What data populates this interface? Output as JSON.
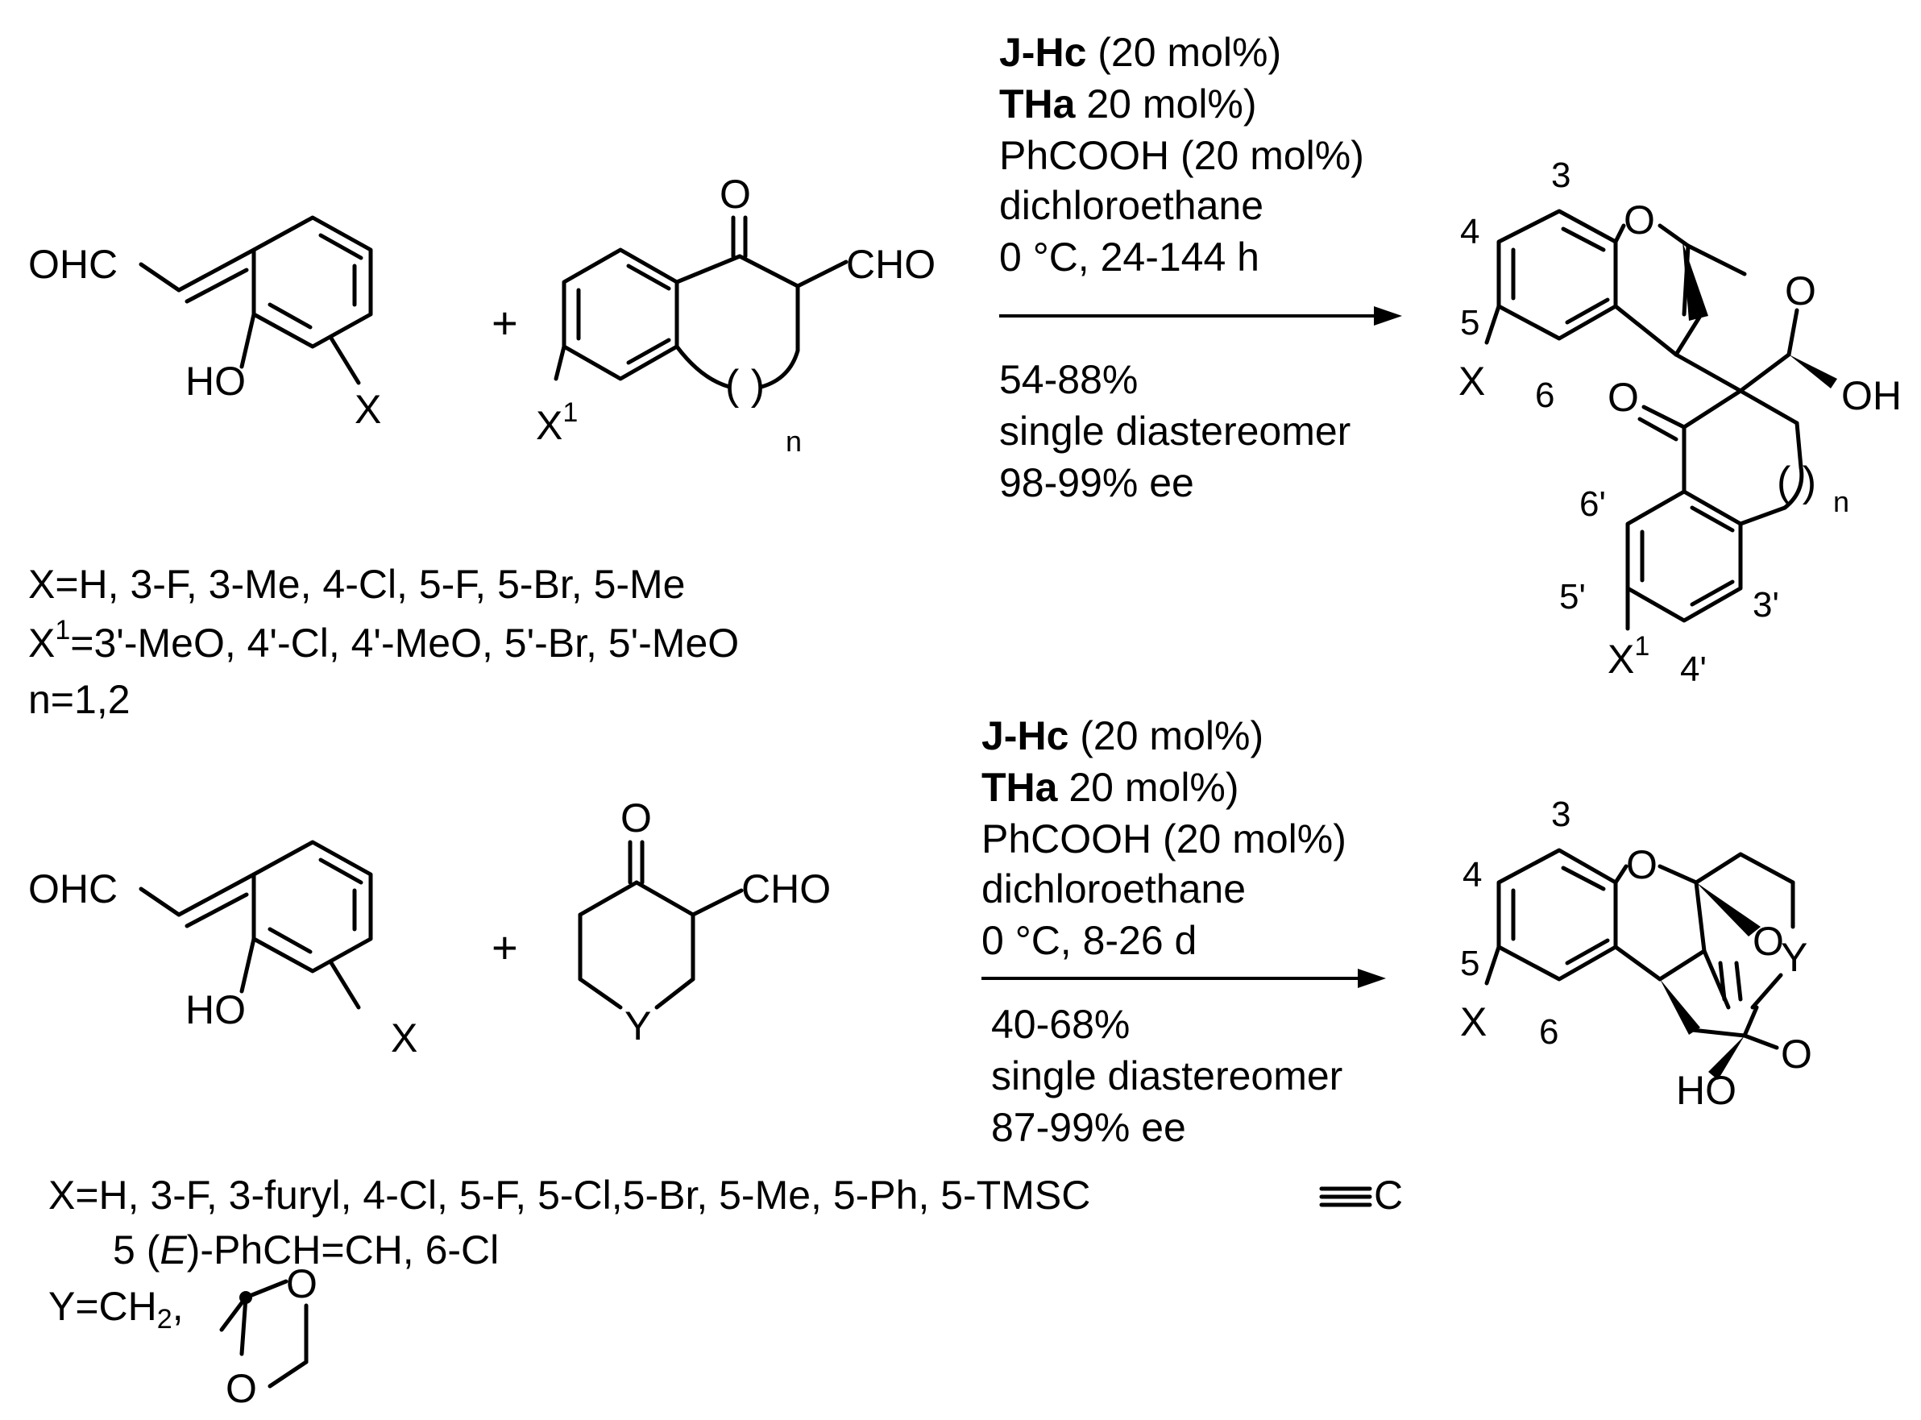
{
  "scheme_top": {
    "reactant1": {
      "cho": "OHC",
      "oh": "HO",
      "sub": "X"
    },
    "plus": "+",
    "reactant2": {
      "ketone_o": "O",
      "cho": "CHO",
      "sub": "X",
      "sub_sup": "1",
      "n": "n"
    },
    "conditions": {
      "catalyst_bold": "J-Hc",
      "catalyst_rest": " (20 mol%)",
      "cocat_bold": "THa",
      "cocat_rest": " 20 mol%)",
      "acid": "PhCOOH (20 mol%)",
      "solvent": "dichloroethane",
      "temp_time": "0 °C, 24-144 h",
      "yield": "54-88%",
      "dr": "single diastereomer",
      "ee": "98-99% ee"
    },
    "product": {
      "o_ring": "O",
      "o_lactol": "O",
      "oh": "OH",
      "co": "O",
      "sub": "X",
      "sub1": "X",
      "sub1_sup": "1",
      "n": "n",
      "pos3": "3",
      "pos4": "4",
      "pos5": "5",
      "pos6": "6",
      "pos3p": "3'",
      "pos4p": "4'",
      "pos5p": "5'",
      "pos6p": "6'"
    },
    "substituents": {
      "x_line": "X=H, 3-F, 3-Me, 4-Cl, 5-F, 5-Br, 5-Me",
      "x1_label": "X",
      "x1_sup": "1",
      "x1_line": "=3'-MeO, 4'-Cl, 4'-MeO, 5'-Br, 5'-MeO",
      "n_line": "n=1,2"
    }
  },
  "scheme_bottom": {
    "reactant1": {
      "cho": "OHC",
      "oh": "HO",
      "sub": "X"
    },
    "plus": "+",
    "reactant2": {
      "ketone_o": "O",
      "cho": "CHO",
      "y": "Y"
    },
    "conditions": {
      "catalyst_bold": "J-Hc",
      "catalyst_rest": " (20 mol%)",
      "cocat_bold": "THa",
      "cocat_rest": " 20 mol%)",
      "acid": "PhCOOH (20 mol%)",
      "solvent": "dichloroethane",
      "temp_time": "0 °C, 8-26 d",
      "yield": "40-68%",
      "dr": "single diastereomer",
      "ee": "87-99% ee"
    },
    "product": {
      "o_ring": "O",
      "o_bridge": "O",
      "o_lactol": "O",
      "ho": "HO",
      "y": "Y",
      "sub": "X",
      "pos3": "3",
      "pos4": "4",
      "pos5": "5",
      "pos6": "6"
    },
    "substituents": {
      "x_line": "X=H, 3-F, 3-furyl, 4-Cl, 5-F, 5-Cl,5-Br, 5-Me, 5-Ph, 5-TMSC",
      "x_line_end": "C",
      "x_line2_pre": "5 (",
      "x_line2_e": "E",
      "x_line2_post": ")-PhCH=CH, 6-Cl",
      "y_pre": "Y=CH",
      "y_sub": "2",
      "y_post": ",",
      "dioxolane_o1": "O",
      "dioxolane_o2": "O"
    }
  }
}
